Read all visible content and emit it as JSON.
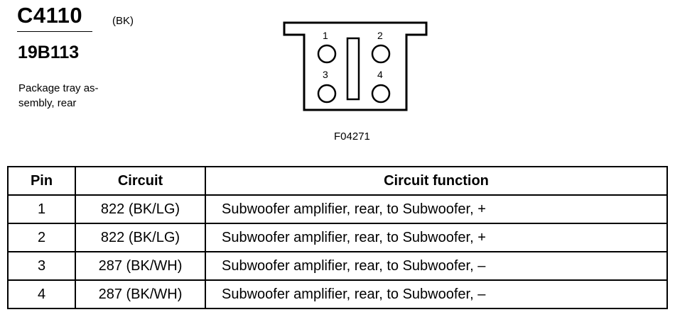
{
  "connector": {
    "id": "C4110",
    "color": "(BK)",
    "part_number": "19B113",
    "description": "Package tray as-\nsembly, rear"
  },
  "diagram": {
    "figure_code": "F04271",
    "pins": [
      "1",
      "2",
      "3",
      "4"
    ]
  },
  "table": {
    "headers": [
      "Pin",
      "Circuit",
      "Circuit function"
    ],
    "rows": [
      {
        "pin": "1",
        "circuit": "822 (BK/LG)",
        "function": "Subwoofer amplifier, rear, to Subwoofer, +"
      },
      {
        "pin": "2",
        "circuit": "822 (BK/LG)",
        "function": "Subwoofer amplifier, rear, to Subwoofer, +"
      },
      {
        "pin": "3",
        "circuit": "287 (BK/WH)",
        "function": "Subwoofer amplifier, rear, to Subwoofer, –"
      },
      {
        "pin": "4",
        "circuit": "287 (BK/WH)",
        "function": "Subwoofer amplifier, rear, to Subwoofer, –"
      }
    ]
  }
}
